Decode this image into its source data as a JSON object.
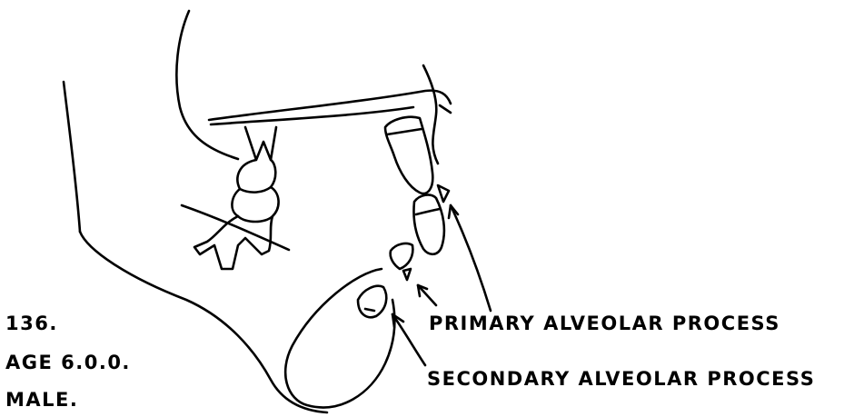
{
  "specimen": {
    "number": "136.",
    "age": "AGE 6.0.0.",
    "sex": "MALE."
  },
  "annotations": {
    "primary": "PRIMARY ALVEOLAR PROCESS",
    "secondary": "SECONDARY ALVEOLAR PROCESS"
  },
  "colors": {
    "ink": "#000000",
    "paper": "#ffffff"
  }
}
